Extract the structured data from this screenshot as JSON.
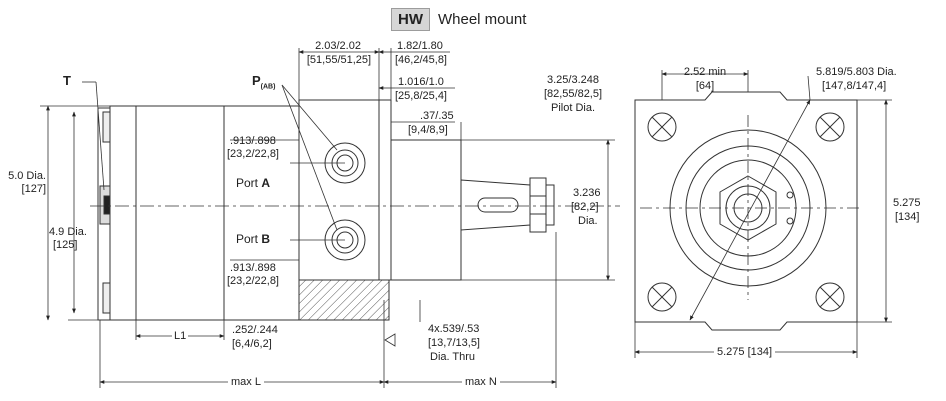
{
  "header": {
    "code": "HW",
    "title": "Wheel mount"
  },
  "labels": {
    "port_t": "T",
    "port_p": "P",
    "port_p_sub": "(AB)",
    "port_a_prefix": "Port ",
    "port_a": "A",
    "port_b_prefix": "Port ",
    "port_b": "B"
  },
  "dimensions": {
    "dia_5_0": "5.0 Dia.",
    "dia_5_0_mm": "[127]",
    "dia_4_9": "4.9 Dia.",
    "dia_4_9_mm": "[125]",
    "d_2_03": "2.03/2.02",
    "d_2_03_mm": "[51,55/51,25]",
    "d_1_82": "1.82/1.80",
    "d_1_82_mm": "[46,2/45,8]",
    "d_1_016": "1.016/1.0",
    "d_1_016_mm": "[25,8/25,4]",
    "d_37": ".37/.35",
    "d_37_mm": "[9,4/8,9]",
    "pilot": "3.25/3.248",
    "pilot_mm": "[82,55/82,5]",
    "pilot_label": "Pilot Dia.",
    "port_a_dist": ".913/.898",
    "port_a_dist_mm": "[23,2/22,8]",
    "port_b_dist": ".913/.898",
    "port_b_dist_mm": "[23,2/22,8]",
    "d_3_236": "3.236",
    "d_3_236_mm": "[82,2]",
    "d_3_236_label": "Dia.",
    "l1": "L1",
    "d_252": ".252/.244",
    "d_252_mm": "[6,4/6,2]",
    "holes": "4x.539/.53",
    "holes_mm": "[13,7/13,5]",
    "holes_label": "Dia. Thru",
    "max_l": "max L",
    "max_n": "max N",
    "d_2_52": "2.52 min",
    "d_2_52_mm": "[64]",
    "bolt_circle": "5.819/5.803 Dia.",
    "bolt_circle_mm": "[147,8/147,4]",
    "sq_right": "5.275",
    "sq_right_mm": "[134]",
    "sq_bottom": "5.275 [134]"
  }
}
